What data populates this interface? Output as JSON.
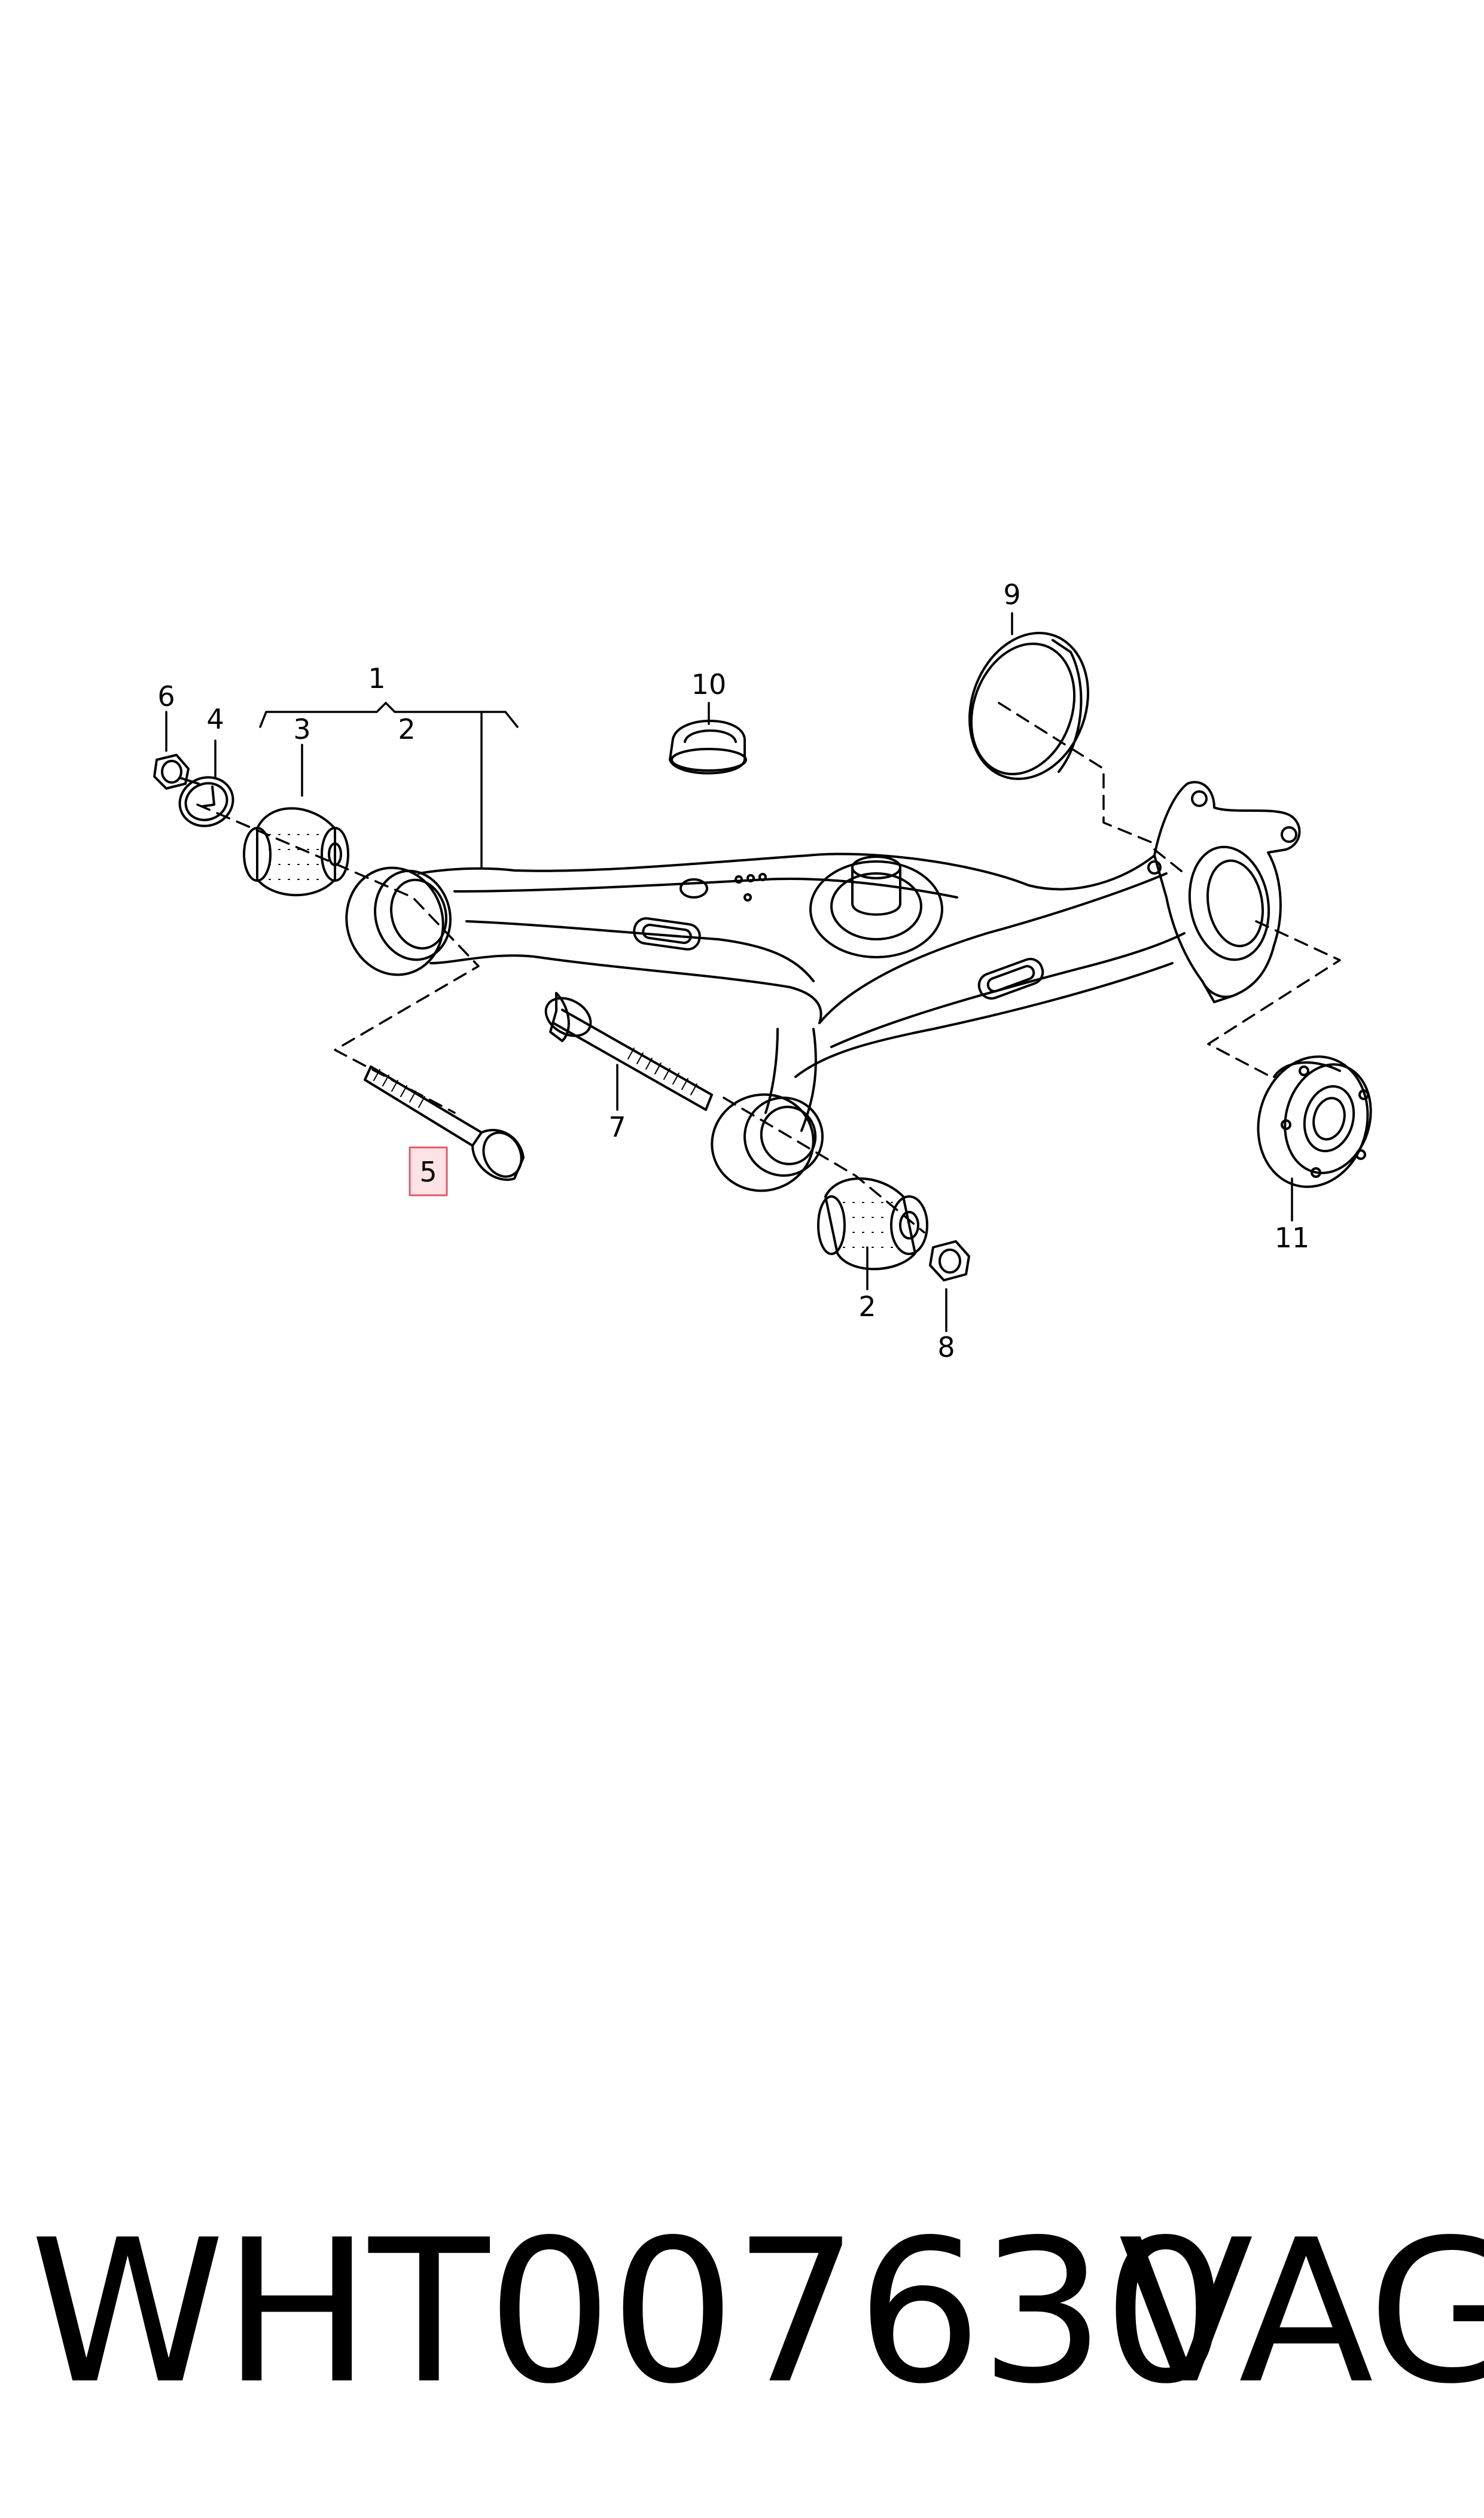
{
  "callouts": {
    "c1": "1",
    "c2_top": "2",
    "c3": "3",
    "c4": "4",
    "c5": "5",
    "c6": "6",
    "c7": "7",
    "c8": "8",
    "c9": "9",
    "c10": "10",
    "c11": "11",
    "c2_bottom": "2"
  },
  "caption": {
    "part_number": "WHT007630",
    "brand": "VAG"
  },
  "colors": {
    "line": "#000000",
    "highlight_fill": "#fde3e6",
    "highlight_border": "#e05a6a"
  }
}
